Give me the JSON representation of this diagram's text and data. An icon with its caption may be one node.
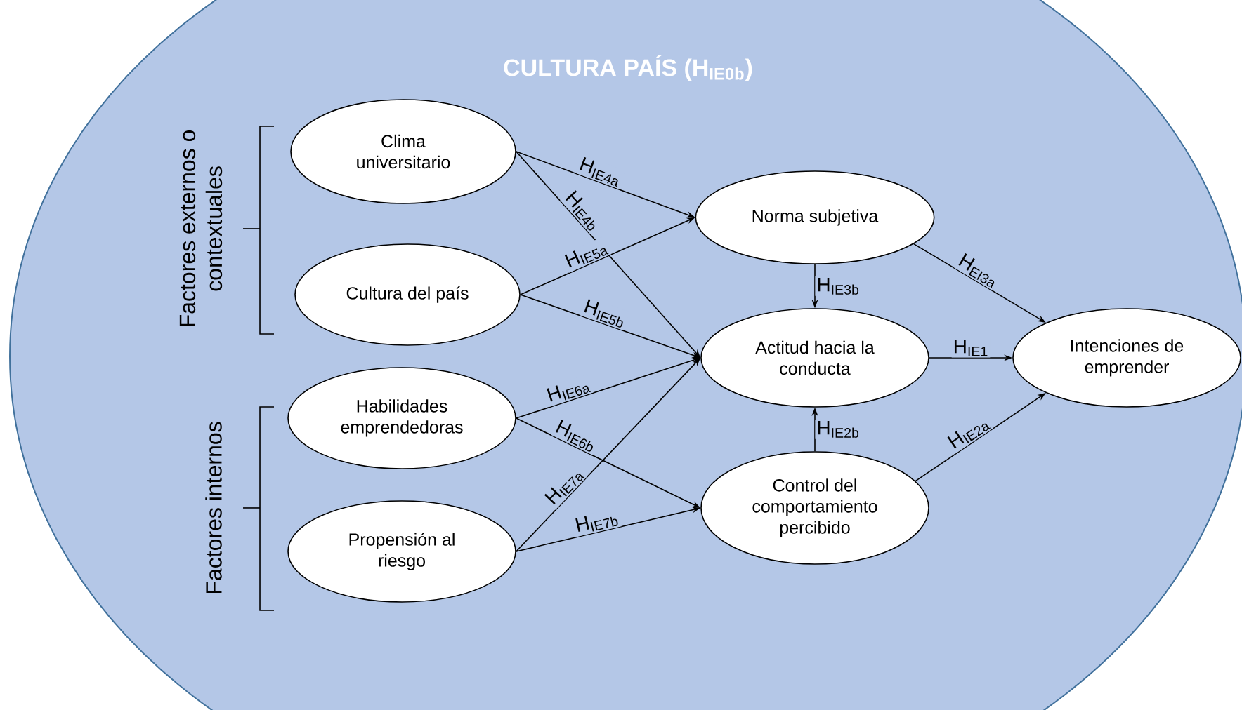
{
  "diagram": {
    "nodes": [
      {
        "text": [
          "CULTURA PAÍS (H$_{IE0b}$)"
        ]
      },
      {
        "text": [
          "Clima universitario"
        ],
        "in": 0
      },
      {
        "text": [
          "Cultura del país"
        ],
        "in": 0
      },
      {
        "text": [
          "Habilidades emprendedoras"
        ],
        "in": 0
      },
      {
        "text": [
          "Propensión al riesgo"
        ],
        "in": 0
      },
      {
        "text": [
          "Norma subjetiva"
        ],
        "in": 0
      },
      {
        "text": [
          "Actitud hacia la conducta"
        ],
        "in": 0
      },
      {
        "text": [
          "Control del comportamiento percibido"
        ],
        "in": 0
      },
      {
        "text": [
          "Intenciones de emprender"
        ],
        "in": 0
      }
    ],
    "edges": [
      {
        "from": 1,
        "to": 5,
        "arrow": "to",
        "label": "H$_{IE4a}$"
      },
      {
        "from": 1,
        "to": 6,
        "arrow": "to",
        "label": "H$_{IE4b}$"
      },
      {
        "from": 2,
        "to": 5,
        "arrow": "to",
        "label": "H$_{IE5a}$"
      },
      {
        "from": 2,
        "to": 6,
        "arrow": "to",
        "label": "H$_{IE5b}$"
      },
      {
        "from": 3,
        "to": 6,
        "arrow": "to",
        "label": "H$_{IE6a}$"
      },
      {
        "from": 3,
        "to": 7,
        "arrow": "to",
        "label": "H$_{IE6b}$"
      },
      {
        "from": 4,
        "to": 6,
        "arrow": "to",
        "label": "H$_{IE7a}$"
      },
      {
        "from": 4,
        "to": 7,
        "arrow": "to",
        "label": "H$_{IE7b}$"
      },
      {
        "from": 5,
        "to": 6,
        "arrow": "to",
        "label": "H$_{IE3b}$"
      },
      {
        "from": 5,
        "to": 8,
        "arrow": "to",
        "label": "H$_{EI3a}$"
      },
      {
        "from": 6,
        "to": 8,
        "arrow": "to",
        "label": "H$_{IE1}$"
      },
      {
        "from": 7,
        "to": 6,
        "arrow": "to",
        "label": "H$_{IE2b}$"
      },
      {
        "from": 7,
        "to": 8,
        "arrow": "to",
        "label": "H$_{IE2a}$"
      }
    ],
    "labels": [
      "Factores externos o contextuales",
      "Factores internos"
    ]
  }
}
